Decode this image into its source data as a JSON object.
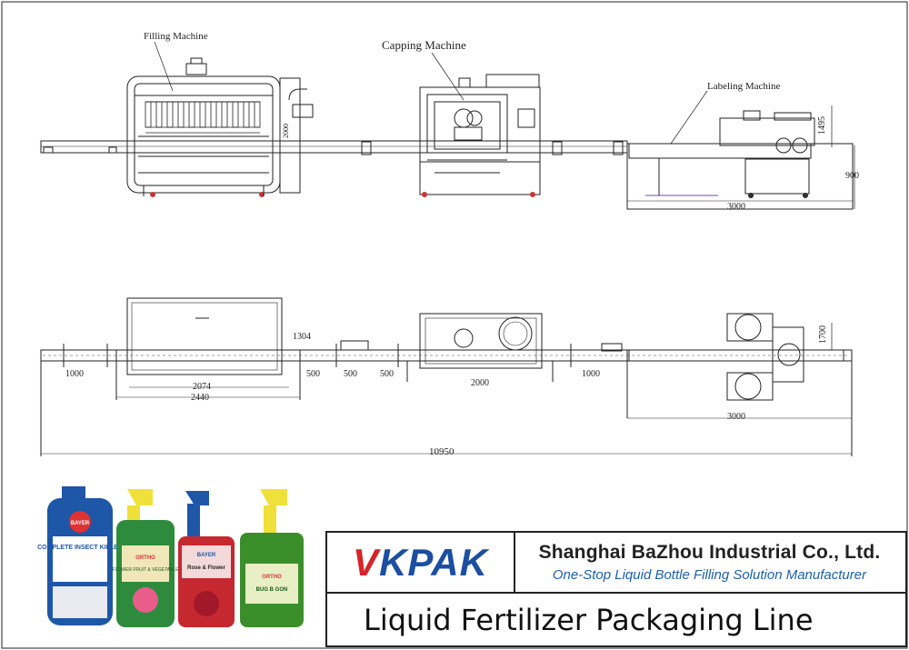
{
  "labels": {
    "filling": "Filling Machine",
    "capping": "Capping Machine",
    "labeling": "Labeling Machine"
  },
  "dimensions": {
    "d1495": "1495",
    "d900": "900",
    "d3000_top": "3000",
    "d3000_bottom": "3000",
    "d2000": "2000",
    "d1304": "1304",
    "d1700": "1700",
    "d1000_left": "1000",
    "d1000_right": "1000",
    "d500_a": "500",
    "d500_b": "500",
    "d500_c": "500",
    "d2074": "2074",
    "d2440": "2440",
    "d10950": "10950"
  },
  "products": [
    {
      "brand": "BAYER",
      "line": "COMPLETE INSECT KILLER",
      "color": "#1e56a8"
    },
    {
      "brand": "ORTHO",
      "line": "FLOWER FRUIT & VEGETABLE",
      "color": "#2e8b3e"
    },
    {
      "brand": "BAYER",
      "line": "Rose & Flower",
      "color": "#1e56a8"
    },
    {
      "brand": "ORTHO",
      "line": "BUG B GON",
      "color": "#3b8f2a"
    }
  ],
  "title_block": {
    "logo_red": "V",
    "logo_blue": "KPAK",
    "company": "Shanghai BaZhou Industrial Co., Ltd.",
    "slogan": "One-Stop Liquid Bottle Filling Solution Manufacturer",
    "title": "Liquid Fertilizer Packaging Line"
  },
  "colors": {
    "line": "#222222",
    "logo_blue": "#1c4ea1",
    "logo_red": "#d8242a",
    "slogan_blue": "#1f5fa8",
    "label_purple": "#6a4fb6"
  }
}
